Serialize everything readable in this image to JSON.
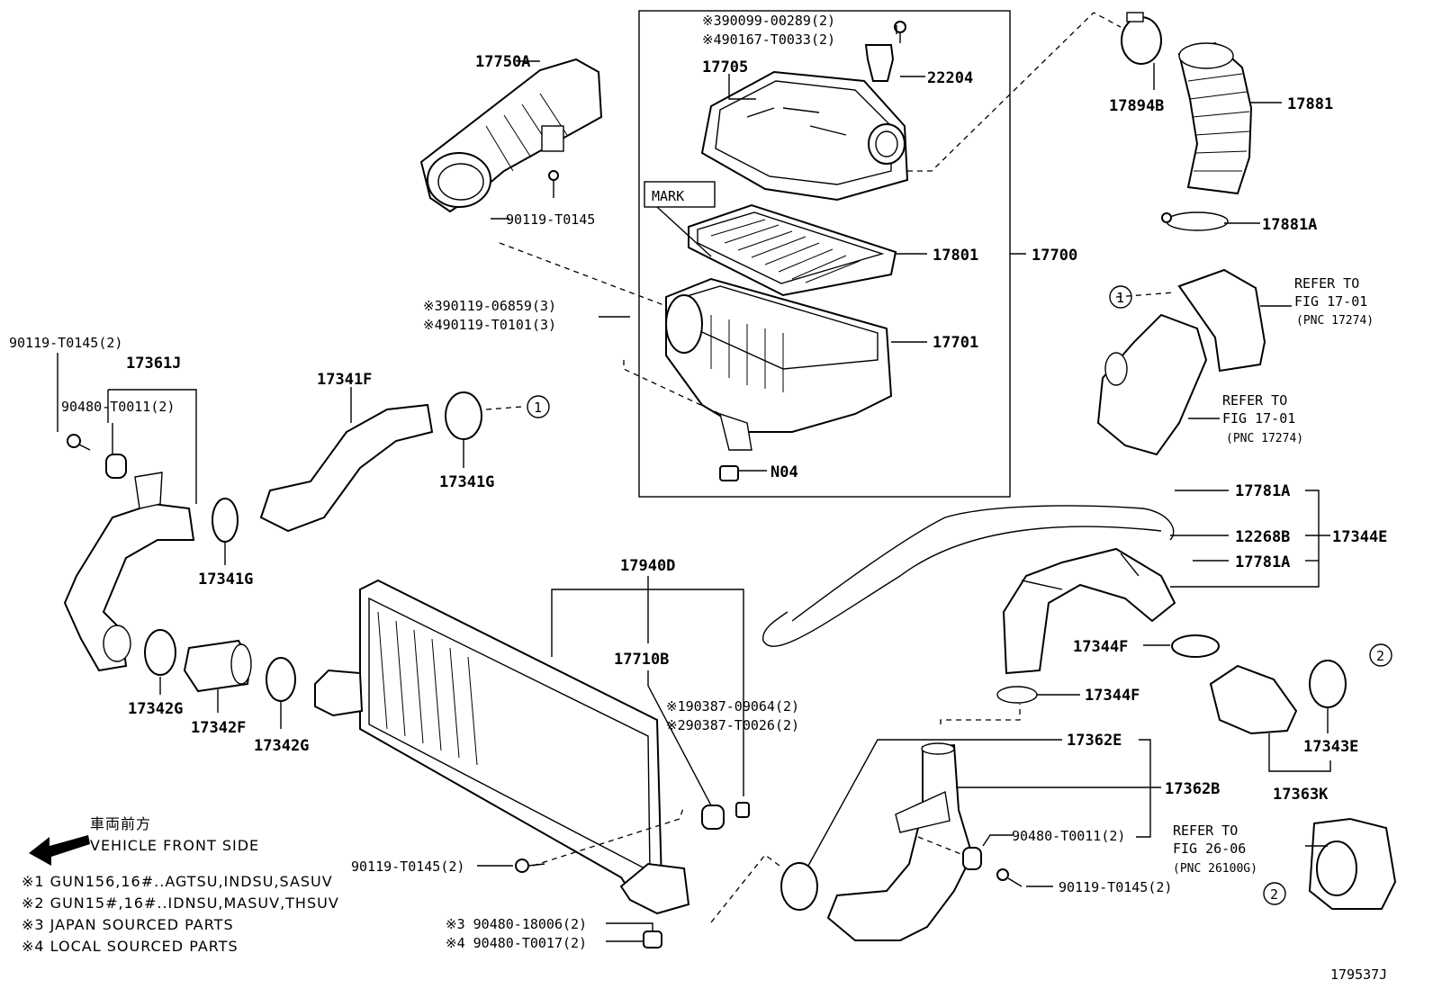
{
  "diagram_id": "179537J",
  "labels": {
    "p17750A": "17750A",
    "p90119T0145_top": "90119-T0145",
    "p90099_00289": "※390099-00289(2)",
    "p90167_T0033": "※490167-T0033(2)",
    "p17705": "17705",
    "p22204": "22204",
    "mark": "MARK",
    "p17801": "17801",
    "p17700": "17700",
    "p17701": "17701",
    "p90119_06859": "※390119-06859(3)",
    "p90119_T0101": "※490119-T0101(3)",
    "pN04": "N04",
    "p17894B": "17894B",
    "p17881": "17881",
    "p17881A": "17881A",
    "refer1": "REFER TO",
    "refer1_fig": "FIG 17-01",
    "refer1_pnc": "(PNC 17274)",
    "refer2": "REFER TO",
    "refer2_fig": "FIG 17-01",
    "refer2_pnc": "(PNC 17274)",
    "p90119_T0145_2_left": "90119-T0145(2)",
    "p17361J": "17361J",
    "p90480_T0011_left": "90480-T0011(2)",
    "p17341F": "17341F",
    "p17341G_a": "17341G",
    "p17341G_b": "17341G",
    "p17342G_a": "17342G",
    "p17342F": "17342F",
    "p17342G_b": "17342G",
    "p17940D": "17940D",
    "p17710B": "17710B",
    "p90387_09064": "※190387-09064(2)",
    "p90387_T0026": "※290387-T0026(2)",
    "p17781A_top": "17781A",
    "p12268B": "12268B",
    "p17344E": "17344E",
    "p17781A_bot": "17781A",
    "p17344F_a": "17344F",
    "p17344F_b": "17344F",
    "p17343E": "17343E",
    "p17363K": "17363K",
    "p17362E": "17362E",
    "p17362B": "17362B",
    "p90480_T0011_right": "90480-T0011(2)",
    "p90119_T0145_right": "90119-T0145(2)",
    "p90119_T0145_mid": "90119-T0145(2)",
    "p90480_18006": "※3 90480-18006(2)",
    "p90480_T0017": "※4 90480-T0017(2)",
    "refer3": "REFER TO",
    "refer3_fig": "FIG 26-06",
    "refer3_pnc": "(PNC 26100G)",
    "circle1": "1",
    "circle2": "2"
  },
  "legend": {
    "jp": "車両前方",
    "front": "VEHICLE FRONT SIDE",
    "n1": "※1 GUN156,16#..AGTSU,INDSU,SASUV",
    "n2": "※2 GUN15#,16#..IDNSU,MASUV,THSUV",
    "n3": "※3 JAPAN SOURCED PARTS",
    "n4": "※4 LOCAL SOURCED PARTS"
  }
}
